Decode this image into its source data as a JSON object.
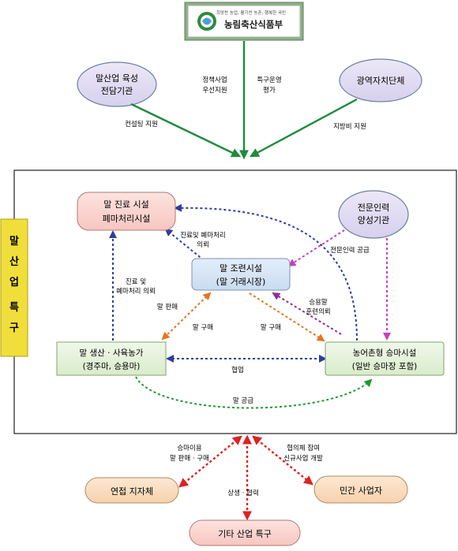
{
  "ministry": {
    "slogan": "희망찬 농업, 활기찬 농촌, 행복한 국민",
    "name": "농림축산식품부"
  },
  "top_nodes": {
    "training_org": [
      "말산업 육성",
      "전담기관"
    ],
    "metro_gov": "광역자치단체"
  },
  "top_labels": {
    "consulting": "컨설팅 지원",
    "policy": [
      "정책사업",
      "우선지원"
    ],
    "special_zone": [
      "특구운영",
      "평가"
    ],
    "local_budget": "지방비 지원"
  },
  "zone_title": [
    "말",
    "산",
    "업",
    "특",
    "구"
  ],
  "inner_nodes": {
    "vet": [
      "말 진료 시설",
      "폐마처리시설"
    ],
    "experts": [
      "전문인력",
      "양성기관"
    ],
    "training": [
      "말 조련시설",
      "(말 거래시장)"
    ],
    "farm": [
      "말 생산 · 사육농가",
      "(경주마, 승용마)"
    ],
    "riding": [
      "농어촌형 승마시설",
      "(일반 승마장 포함)"
    ]
  },
  "inner_labels": {
    "vet_consign": [
      "진료및 폐마처리",
      "의뢰"
    ],
    "expert_supply": "전문인력 공급",
    "farm_vet": [
      "진료 및",
      "폐마처리 의뢰"
    ],
    "horse_sale": "말 판매",
    "horse_buy_left": "말 구매",
    "horse_buy_right": "말 구매",
    "riding_train": [
      "승용말",
      "훈련의뢰"
    ],
    "cooperation": "협업",
    "horse_supply": "말 공급"
  },
  "bottom_labels": {
    "riding_use": [
      "승마이용",
      "말 판매 · 구매"
    ],
    "council": [
      "협의체 참여",
      "신규사업 개발"
    ],
    "mutual": "상생 · 협력"
  },
  "bottom_nodes": {
    "linked_gov": "연접 지자체",
    "private": "민간 사업자",
    "other_zone": "기타 산업 특구"
  },
  "colors": {
    "green_arrow": "#1f8a3c",
    "blue_dotted": "#2b3fa0",
    "magenta_dotted": "#c23fc2",
    "orange_dotted": "#e8731e",
    "purple_dotted": "#8a2e9a",
    "green_dotted": "#1e9a2e",
    "red_dotted": "#e02020",
    "zone_bar": "#f0de3a"
  }
}
